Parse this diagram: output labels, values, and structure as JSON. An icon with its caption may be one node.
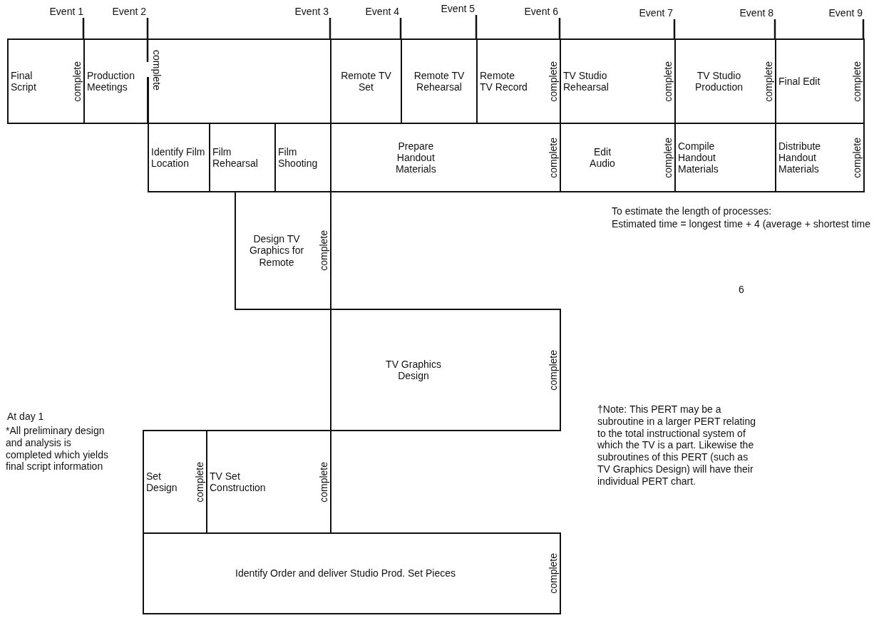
{
  "diagram": {
    "nodes": [
      {
        "text": [
          "Event 1"
        ]
      },
      {
        "text": [
          "Event 2"
        ]
      },
      {
        "text": [
          "Event 3"
        ]
      },
      {
        "text": [
          "Event 4"
        ]
      },
      {
        "text": [
          "Event 5"
        ]
      },
      {
        "text": [
          "Event 6"
        ]
      },
      {
        "text": [
          "Event 7"
        ]
      },
      {
        "text": [
          "Event 8"
        ]
      },
      {
        "text": [
          "Event 9"
        ]
      },
      {
        "text": [
          "Final Script",
          "complete"
        ]
      },
      {
        "text": [
          "Production Meetings",
          "complete"
        ]
      },
      {
        "text": [
          "Remote TV Set"
        ]
      },
      {
        "text": [
          "Remote TV Rehearsal"
        ]
      },
      {
        "text": [
          "Remote TV Record",
          "complete"
        ]
      },
      {
        "text": [
          "TV Studio Rehearsal",
          "complete"
        ]
      },
      {
        "text": [
          "TV Studio Production",
          "complete"
        ]
      },
      {
        "text": [
          "Final Edit",
          "complete"
        ]
      },
      {
        "text": [
          "Identify Film Location"
        ]
      },
      {
        "text": [
          "Film Rehearsal"
        ]
      },
      {
        "text": [
          "Film Shooting"
        ]
      },
      {
        "text": [
          "Prepare Handout Materials",
          "complete"
        ]
      },
      {
        "text": [
          "Edit Audio",
          "complete"
        ]
      },
      {
        "text": [
          "Compile Handout Materials"
        ]
      },
      {
        "text": [
          "Distribute Handout Materials",
          "complete"
        ]
      },
      {
        "text": [
          "Design TV Graphics for Remote",
          "complete"
        ]
      },
      {
        "text": [
          "TV Graphics Design",
          "complete"
        ]
      },
      {
        "text": [
          "Set Design",
          "complete"
        ]
      },
      {
        "text": [
          "TV Set Construction",
          "complete"
        ]
      },
      {
        "text": [
          "Identify Order and deliver Studio Prod. Set Pieces",
          "complete"
        ]
      }
    ],
    "edges": [
      {
        "from": 0,
        "to": 9,
        "arrow": "none"
      },
      {
        "from": 1,
        "to": 10,
        "arrow": "none"
      },
      {
        "from": 2,
        "to": 11,
        "arrow": "none"
      },
      {
        "from": 3,
        "to": 11,
        "arrow": "none"
      },
      {
        "from": 4,
        "to": 12,
        "arrow": "none"
      },
      {
        "from": 5,
        "to": 13,
        "arrow": "none"
      },
      {
        "from": 6,
        "to": 15,
        "arrow": "none"
      },
      {
        "from": 7,
        "to": 16,
        "arrow": "none"
      },
      {
        "from": 8,
        "to": 16,
        "arrow": "none"
      }
    ],
    "labels": [
      "To estimate the length of processes:",
      "Estimated time = longest time + 4 (average + shortest time",
      "6",
      "At day 1",
      "*All preliminary design and analysis is completed which yields final script information",
      "†Note: This PERT may be a subroutine in a larger PERT relating to the total instructional system of which the TV is a part. Likewise the subroutines of this PERT (such as TV Graphics Design) will have their individual PERT chart."
    ]
  }
}
